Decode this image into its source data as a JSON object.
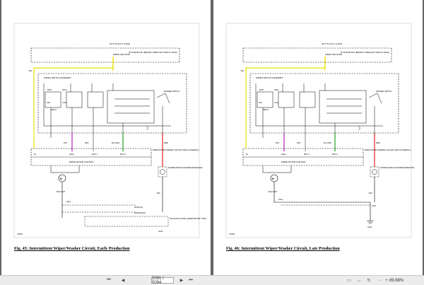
{
  "pages": [
    {
      "caption": "Fig. 45: Intermittent Wiper/Washer Circuit, Early Production",
      "labels": {
        "hot": "HOT IN ACCY & RUN",
        "fuse": "I/P FUSE BLOCK (BEHIND LOWER LEFT SIDE OF DASH)",
        "fuse_name": "WIPER FUSE 25 AMP",
        "yel": "YEL",
        "switch_assy": "WIPER SWITCH ASSEMBLY",
        "washer_sw": "WASHER SWITCH",
        "mist": "MIST",
        "high": "HIGH",
        "off": "OFF",
        "low": "LOW",
        "delay": "DELAY",
        "ppl": "PPL",
        "gry": "GRY",
        "dkgrn": "DK GRN",
        "red": "RED",
        "b_plus": "B+",
        "high2": "HIGH",
        "mux1": "MUX 1",
        "mux2": "MUX 2",
        "wiper_motor": "WIPER MOTOR ASSEMBLY (ON LEFT SIDE OF FIREWALL)",
        "control": "WIPER MOTOR CONTROL",
        "washer_pump": "WASHER PUMP (IN WASHER RESERVOIR)",
        "blk": "BLK",
        "blkwht": "BLK/ WHT",
        "s212": "S212",
        "pontiac": "(PONTIAC)",
        "chevrolet": "(CHEVROLET)",
        "splice": "SPLICE PACK SP102 (UNDER BATTERY TRAY)",
        "g102": "G102",
        "fig_id": "170657"
      }
    },
    {
      "caption": "Fig. 46: Intermittent Wiper/Washer Circuit, Late Production",
      "labels": {
        "hot": "HOT IN ACCY & RUN",
        "fuse": "I/P FUSE BLOCK (BEHIND LOWER LEFT SIDE OF DASH)",
        "fuse_name": "WIPER FUSE 25 AMP",
        "yel": "YEL",
        "switch_assy": "WIPER SWITCH ASSEMBLY",
        "washer_sw": "WASHER SWITCH",
        "mist": "MIST",
        "high": "HIGH",
        "off": "OFF",
        "low": "LOW",
        "delay": "DELAY",
        "ppl": "PPL",
        "gry": "GRY",
        "dkgrn": "DK GRN",
        "red": "RED",
        "b_plus": "B+",
        "high2": "HIGH",
        "mux1": "MUX 1",
        "mux2": "MUX 2",
        "wiper_motor": "WIPER MOTOR ASSEMBLY (ON LEFT SIDE OF FIREWALL)",
        "control": "WIPER MOTOR CONTROL",
        "washer_pump": "WASHER PUMP (IN WASHER RESERVOIR)",
        "blk": "BLK",
        "blkwht": "BLK/ WHT",
        "s212": "S212",
        "s701": "S701",
        "g102": "G102",
        "fig_id": "170656"
      }
    }
  ],
  "toolbar": {
    "page_field": "5091 / 5094",
    "zoom": "89.68%",
    "icons": [
      "first-page-icon",
      "prev-page-icon",
      "next-page-icon",
      "last-page-icon",
      "fit-page-icon",
      "fit-width-icon",
      "rotate-icon",
      "zoom-out-icon",
      "zoom-in-icon"
    ]
  },
  "colors": {
    "wire_yellow": "#e8e000",
    "wire_purple": "#b020b0",
    "wire_green": "#20a020",
    "wire_red": "#e02020",
    "wire_gray": "#9a9a9a"
  }
}
